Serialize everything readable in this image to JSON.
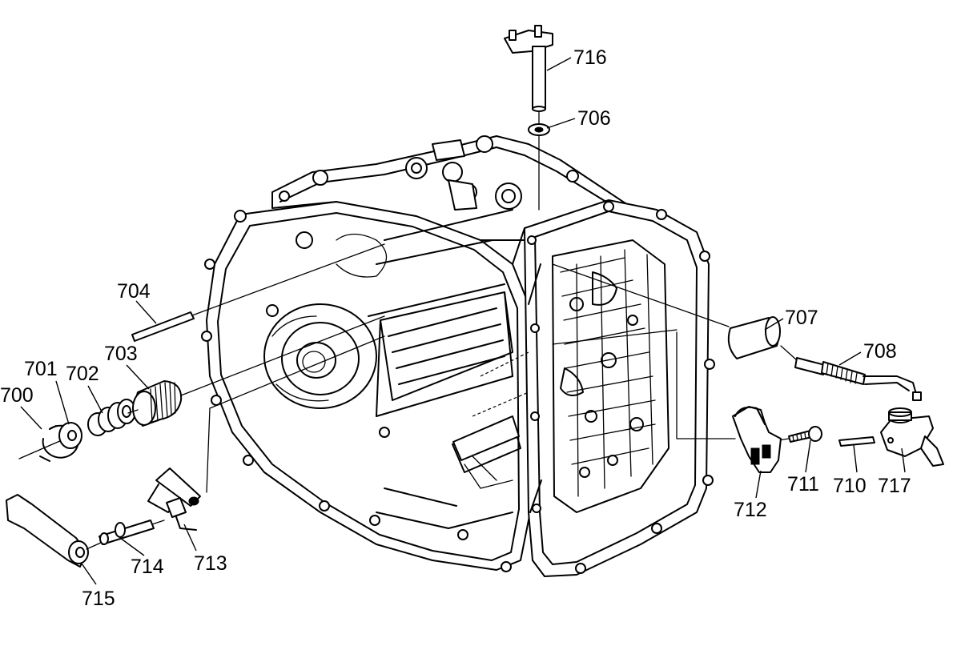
{
  "diagram": {
    "callouts": [
      {
        "id": "700",
        "label": "700"
      },
      {
        "id": "701",
        "label": "701"
      },
      {
        "id": "702",
        "label": "702"
      },
      {
        "id": "703",
        "label": "703"
      },
      {
        "id": "704",
        "label": "704"
      },
      {
        "id": "706",
        "label": "706"
      },
      {
        "id": "707",
        "label": "707"
      },
      {
        "id": "708",
        "label": "708"
      },
      {
        "id": "710",
        "label": "710"
      },
      {
        "id": "711",
        "label": "711"
      },
      {
        "id": "712",
        "label": "712"
      },
      {
        "id": "713",
        "label": "713"
      },
      {
        "id": "714",
        "label": "714"
      },
      {
        "id": "715",
        "label": "715"
      },
      {
        "id": "716",
        "label": "716"
      },
      {
        "id": "717",
        "label": "717"
      }
    ]
  }
}
